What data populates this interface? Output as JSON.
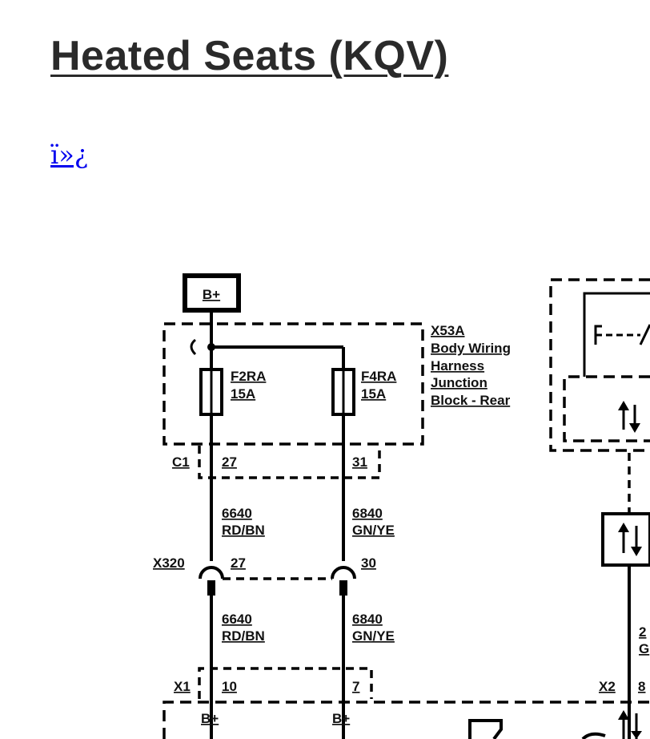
{
  "page": {
    "title": "Heated Seats (KQV)",
    "link_text": "ï»¿"
  },
  "diagram": {
    "power_label": "B+",
    "module": {
      "id": "X53A",
      "name_lines": [
        "Body Wiring",
        "Harness",
        "Junction",
        "Block - Rear"
      ]
    },
    "fuses": [
      {
        "name": "F2RA",
        "rating": "15A"
      },
      {
        "name": "F4RA",
        "rating": "15A"
      }
    ],
    "connector_c1": {
      "name": "C1",
      "pins": [
        "27",
        "31"
      ]
    },
    "wires_upper": [
      {
        "circuit": "6640",
        "color": "RD/BN"
      },
      {
        "circuit": "6840",
        "color": "GN/YE"
      }
    ],
    "connector_x320": {
      "name": "X320",
      "pins": [
        "27",
        "30"
      ]
    },
    "wires_lower": [
      {
        "circuit": "6640",
        "color": "RD/BN"
      },
      {
        "circuit": "6840",
        "color": "GN/YE"
      }
    ],
    "connector_x1": {
      "name": "X1",
      "pins": [
        "10",
        "7"
      ]
    },
    "connector_x2": {
      "name": "X2",
      "pin": "8"
    },
    "bottom_labels": [
      "B+",
      "B+"
    ],
    "partial_text": {
      "line1": "2",
      "line2": "G"
    }
  }
}
